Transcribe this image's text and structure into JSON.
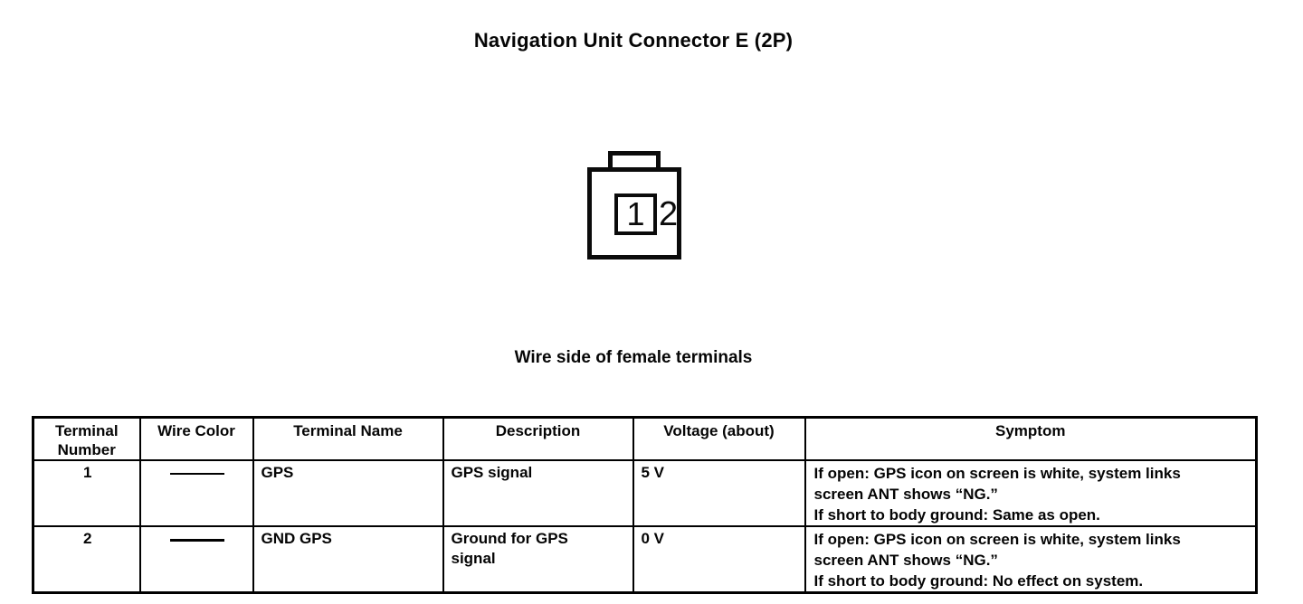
{
  "page": {
    "title": "Navigation Unit Connector E (2P)",
    "caption": "Wire side of female terminals"
  },
  "connector": {
    "pins": [
      {
        "number": "1",
        "boxed": true
      },
      {
        "number": "2",
        "boxed": false
      }
    ]
  },
  "table": {
    "headers": [
      "Terminal\nNumber",
      "Wire Color",
      "Terminal Name",
      "Description",
      "Voltage (about)",
      "Symptom"
    ],
    "rows": [
      {
        "terminal_number": "1",
        "wire_color": "—",
        "terminal_name": "GPS",
        "description": "GPS signal",
        "voltage": "5 V",
        "symptom": "If open: GPS icon on screen is white, system links\nscreen ANT shows “NG.”\nIf short to body ground: Same as open."
      },
      {
        "terminal_number": "2",
        "wire_color": "—",
        "terminal_name": "GND GPS",
        "description": "Ground for GPS\nsignal",
        "voltage": "0 V",
        "symptom": "If open: GPS icon on screen is white, system links\nscreen ANT shows “NG.”\nIf short to body ground: No effect on system."
      }
    ]
  }
}
